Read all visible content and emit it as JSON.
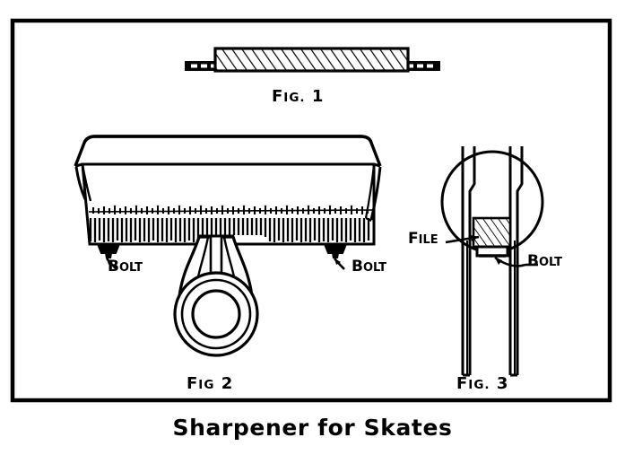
{
  "document": {
    "type": "technical-illustration",
    "caption": "Sharpener for Skates",
    "border_color": "#000000",
    "ink_color": "#000000",
    "paper_color": "#ffffff"
  },
  "figures": [
    {
      "id": "fig1",
      "label": "Fig. 1",
      "label_lead": "F",
      "label_rest": "IG.",
      "label_number": "1",
      "view": "edge view of file block with mounting tabs",
      "hatching": "diagonal section hatching"
    },
    {
      "id": "fig2",
      "label": "Fig 2",
      "label_lead": "F",
      "label_rest": "IG",
      "label_number": "2",
      "view": "front elevation of sharpener body with file teeth and ring handle"
    },
    {
      "id": "fig3",
      "label": "Fig. 3",
      "label_lead": "F",
      "label_rest": "IG.",
      "label_number": "3",
      "view": "end view of file between two skate blades, detail circle"
    }
  ],
  "callouts": {
    "bolt_left": {
      "lead": "B",
      "rest": "OLT",
      "text": "Bolt"
    },
    "bolt_right": {
      "lead": "B",
      "rest": "OLT",
      "text": "Bolt"
    },
    "bolt_fig3": {
      "lead": "B",
      "rest": "OLT",
      "text": "Bolt"
    },
    "file_fig3": {
      "lead": "F",
      "rest": "ILE",
      "text": "File"
    }
  },
  "colors": {
    "ink": "#000000",
    "paper": "#ffffff"
  }
}
